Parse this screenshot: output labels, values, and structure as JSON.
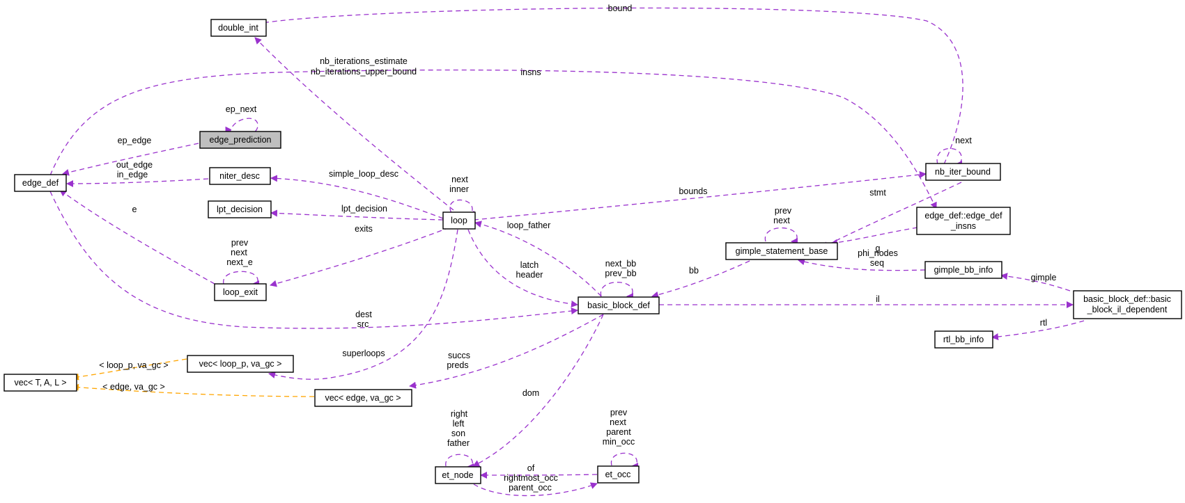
{
  "nodes": {
    "double_int": "double_int",
    "edge_prediction": "edge_prediction",
    "edge_def": "edge_def",
    "niter_desc": "niter_desc",
    "lpt_decision": "lpt_decision",
    "loop": "loop",
    "loop_exit": "loop_exit",
    "nb_iter_bound": "nb_iter_bound",
    "edge_def_insns_1": "edge_def::edge_def",
    "edge_def_insns_2": "_insns",
    "gimple_statement_base": "gimple_statement_base",
    "gimple_bb_info": "gimple_bb_info",
    "basic_block_def": "basic_block_def",
    "bb_il_dependent_1": "basic_block_def::basic",
    "bb_il_dependent_2": "_block_il_dependent",
    "rtl_bb_info": "rtl_bb_info",
    "vec_tal": "vec< T, A, L >",
    "vec_loop_p": "vec< loop_p, va_gc >",
    "vec_edge": "vec< edge, va_gc >",
    "et_node": "et_node",
    "et_occ": "et_occ"
  },
  "labels": {
    "bound": "bound",
    "nb_iterations_estimate": "nb_iterations_estimate",
    "nb_iterations_upper_bound": "nb_iterations_upper_bound",
    "insns": "insns",
    "ep_next": "ep_next",
    "ep_edge": "ep_edge",
    "out_edge": "out_edge",
    "in_edge": "in_edge",
    "simple_loop_desc": "simple_loop_desc",
    "loop_next": "next",
    "loop_inner": "inner",
    "bound_next": "next",
    "bounds": "bounds",
    "stmt": "stmt",
    "e": "e",
    "lpt_decision": "lpt_decision",
    "exits": "exits",
    "loop_father": "loop_father",
    "gsb_prev": "prev",
    "gsb_next": "next",
    "g": "g",
    "le_prev": "prev",
    "le_next": "next",
    "le_next_e": "next_e",
    "latch": "latch",
    "header": "header",
    "next_bb": "next_bb",
    "prev_bb": "prev_bb",
    "bb": "bb",
    "phi_nodes": "phi_nodes",
    "seq": "seq",
    "gimple": "gimple",
    "il": "il",
    "dest": "dest",
    "src": "src",
    "rtl": "rtl",
    "superloops": "superloops",
    "succs": "succs",
    "preds": "preds",
    "t_loop_p": "< loop_p, va_gc >",
    "t_edge": "< edge, va_gc >",
    "dom": "dom",
    "et_right": "right",
    "et_left": "left",
    "et_son": "son",
    "et_father": "father",
    "occ_prev": "prev",
    "occ_next": "next",
    "occ_parent": "parent",
    "occ_min_occ": "min_occ",
    "of": "of",
    "rightmost_occ": "rightmost_occ",
    "parent_occ": "parent_occ"
  },
  "colors": {
    "member_edge": "#9a32cd",
    "inherit_edge": "#ffa500",
    "focus_fill": "#bfbfbf"
  }
}
